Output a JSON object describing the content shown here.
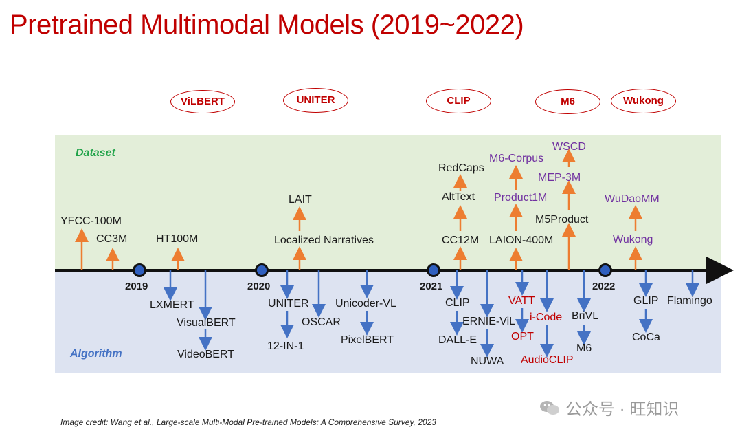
{
  "title": "Pretrained Multimodal Models (2019~2022)",
  "band_labels": {
    "dataset": "Dataset",
    "algorithm": "Algorithm"
  },
  "colors": {
    "title": "#c00000",
    "dataset_label": "#22a34a",
    "algorithm_label": "#4472c4",
    "dataset_arrow": "#ed7d31",
    "algorithm_arrow": "#4472c4",
    "timeline": "#111111",
    "purple_text": "#7030a0",
    "red_text": "#c00000"
  },
  "years": [
    "2019",
    "2020",
    "2021",
    "2022"
  ],
  "milestones": [
    "ViLBERT",
    "UNITER",
    "CLIP",
    "M6",
    "Wukong"
  ],
  "datasets": [
    "YFCC-100M",
    "CC3M",
    "HT100M",
    "LAIT",
    "Localized Narratives",
    "RedCaps",
    "AltText",
    "CC12M",
    "M6-Corpus",
    "Product1M",
    "LAION-400M",
    "WSCD",
    "MEP-3M",
    "M5Product",
    "WuDaoMM",
    "Wukong"
  ],
  "algorithms": [
    "LXMERT",
    "VisualBERT",
    "VideoBERT",
    "UNITER",
    "12-IN-1",
    "OSCAR",
    "Unicoder-VL",
    "PixelBERT",
    "CLIP",
    "DALL-E",
    "ERNIE-ViL",
    "NUWA",
    "VATT",
    "OPT",
    "i-Code",
    "AudioCLIP",
    "BriVL",
    "M6",
    "GLIP",
    "CoCa",
    "Flamingo"
  ],
  "credit": "Image credit: Wang et al., Large-scale Multi-Modal Pre-trained Models: A Comprehensive Survey, 2023",
  "watermark": "公众号 · 旺知识"
}
